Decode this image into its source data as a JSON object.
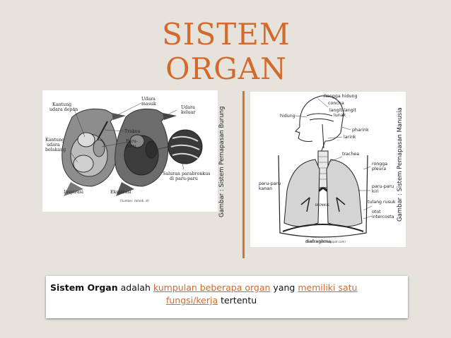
{
  "slide": {
    "title": "SISTEM ORGAN",
    "accent_color": "#d36a2c",
    "bird_panel": {
      "caption": "Gambar : Sistem Pernapasan Burung",
      "credit": "(Sumber: zamab. id)",
      "labels": {
        "kantung_depan": [
          "Kantung",
          "udara depan"
        ],
        "kantung_belakang": [
          "Kantung",
          "udara",
          "belakang"
        ],
        "udara_masuk": [
          "Udara",
          "masuk"
        ],
        "trakea": "Trakea",
        "paru": [
          "Paru-",
          "paru"
        ],
        "udara_keluar": [
          "Udara",
          "keluar"
        ],
        "saluran": [
          "Saluran parabronkus",
          "di paru-paru"
        ],
        "inspirasi": "Inspirasi",
        "ekspirasi": "Ekspirasi"
      }
    },
    "human_panel": {
      "caption": "Gambar : Sistem Pernapasan Manusia",
      "credit": "(fadlissorasat.blogspot.com)",
      "labels": {
        "rongga_hidung": "Rongga hidung",
        "concha": "concha",
        "langit_langit": [
          "langit-langit",
          "lunak"
        ],
        "hidung": "hidung",
        "pharink": "pharink",
        "larink": "larink",
        "trachea": "trachea",
        "rongga_pleura": [
          "rongga",
          "pleura"
        ],
        "paru_kanan": [
          "paru-paru",
          "kanan"
        ],
        "paru_kiri": [
          "paru-paru",
          "kiri"
        ],
        "bronkus": "BRONKUS",
        "tulang_rusuk": "tulang rusuk",
        "otot": [
          "otot",
          "intercosta"
        ],
        "diafraghma": "diafraghma"
      }
    },
    "definition": {
      "term": "Sistem Organ",
      "text1": " adalah ",
      "link1": "kumpulan beberapa organ",
      "text2": " yang ",
      "link2": "memiliki satu",
      "link3": "fungsi/kerja",
      "text3": " tertentu"
    }
  }
}
